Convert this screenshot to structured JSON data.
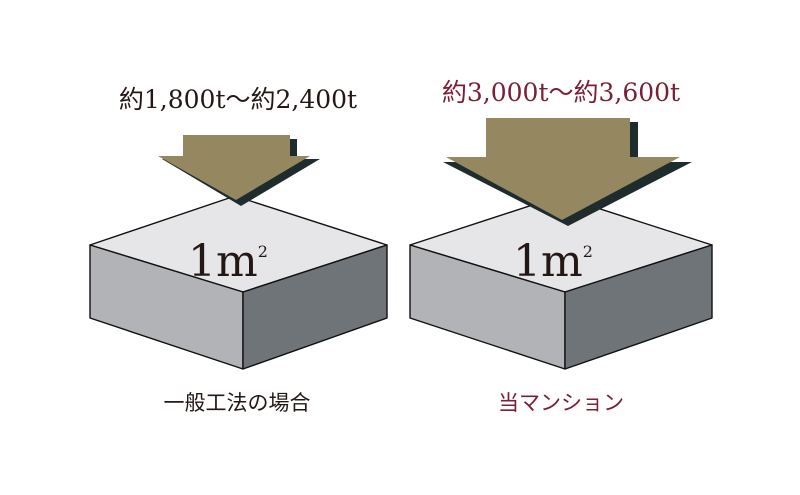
{
  "colors": {
    "background": "#ffffff",
    "block_top": "#e6e6e8",
    "block_left": "#b2b3b6",
    "block_right": "#6f7479",
    "block_edge": "#111111",
    "arrow_fill": "#958760",
    "arrow_shadow": "#1f2c2e",
    "left_text": "#231815",
    "right_text": "#7a1f34"
  },
  "panels": [
    {
      "id": "general",
      "load": "約1,800t〜約2,400t",
      "area_number": "1",
      "area_unit": "m",
      "area_superscript": "2",
      "caption": "一般工法の場合",
      "arrow_size": "small",
      "text_color": "#231815"
    },
    {
      "id": "this",
      "load": "約3,000t〜約3,600t",
      "area_number": "1",
      "area_unit": "m",
      "area_superscript": "2",
      "caption": "当マンション",
      "arrow_size": "large",
      "text_color": "#7a1f34"
    }
  ]
}
